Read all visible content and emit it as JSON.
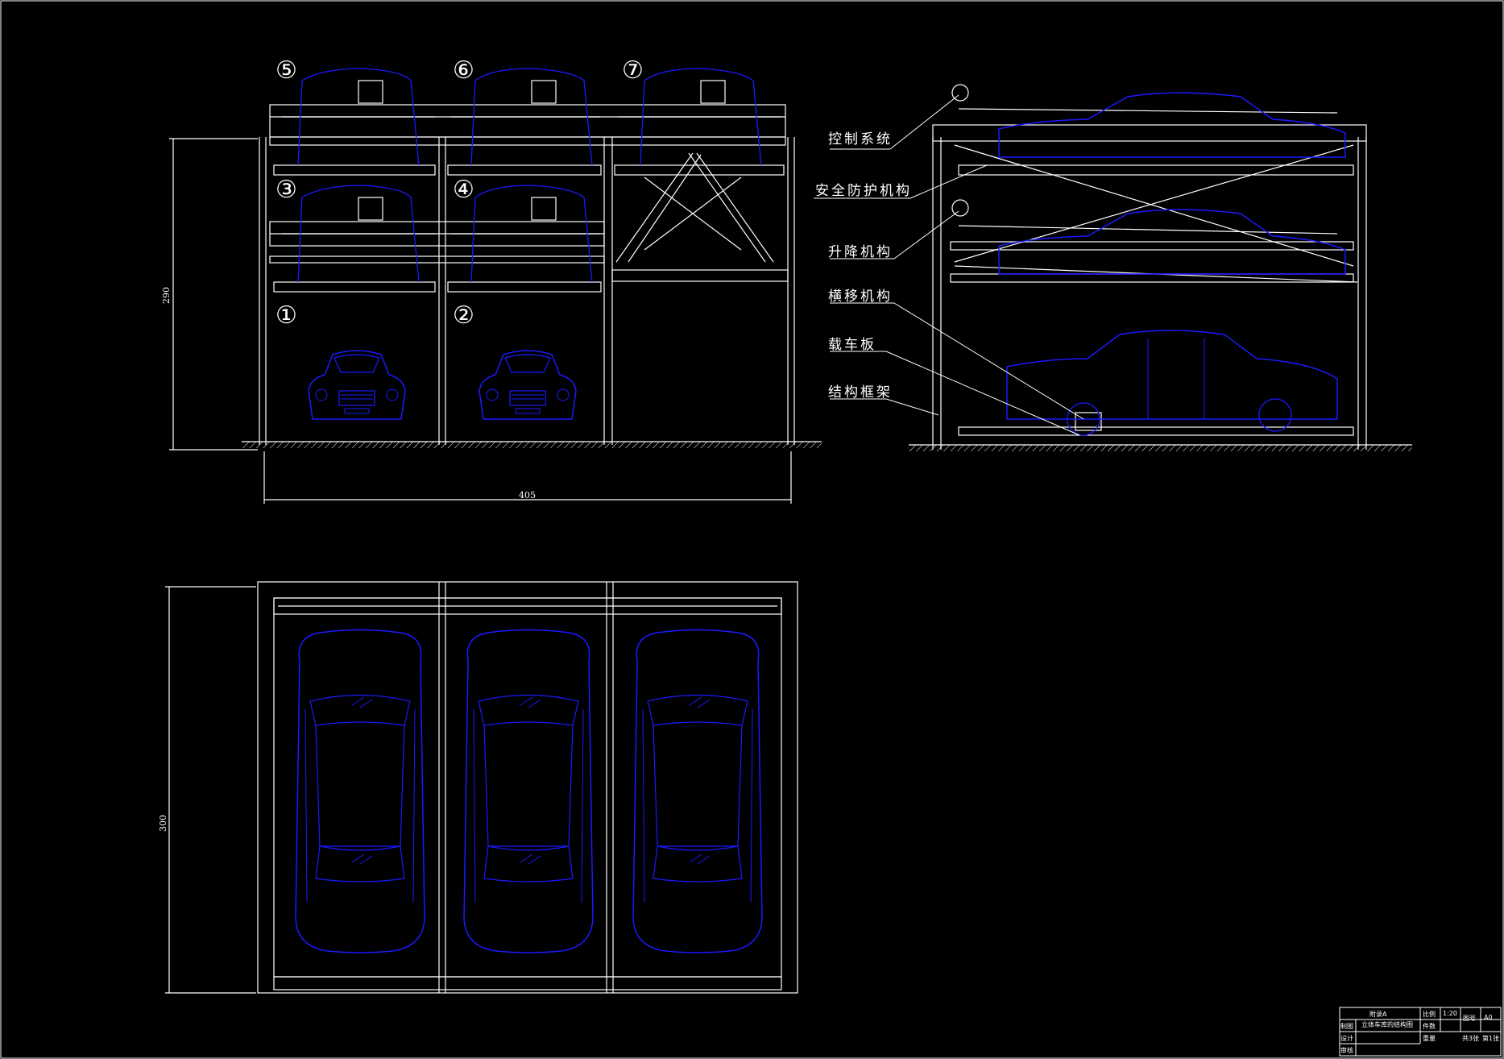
{
  "front_view": {
    "space_numbers": [
      "⑤",
      "⑥",
      "⑦",
      "③",
      "④",
      "①",
      "②"
    ],
    "dim_height": "290",
    "dim_width": "405"
  },
  "side_view": {
    "callouts": [
      "控制系统",
      "安全防护机构",
      "升降机构",
      "横移机构",
      "载车板",
      "结构框架"
    ]
  },
  "top_view": {
    "dim_height": "300"
  },
  "title_block": {
    "drawing_no": "附录A",
    "drawing_name": "立体车库的结构图",
    "scale_label": "比例",
    "scale_value": "1:20",
    "sheet_no_label": "图号",
    "sheet_no_value": "A0",
    "qty_label": "件数",
    "weight_label": "重量",
    "sheets": "共3张",
    "sheet_index": "第1张",
    "drawn_label": "制图",
    "design_label": "设计",
    "review_label": "审核"
  },
  "colors": {
    "background": "#000000",
    "lines": "#ffffff",
    "vehicles": "#1a1aff",
    "accent": "#00d0d0"
  }
}
